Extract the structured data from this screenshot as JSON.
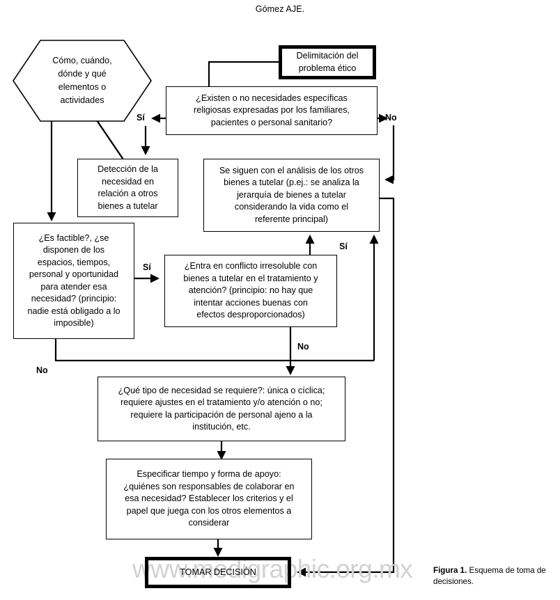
{
  "page": {
    "running_head": "Gómez AJE."
  },
  "watermark": {
    "text": "www.medigraphic.org.mx"
  },
  "nodes": {
    "start_hexagon": "Cómo, cuándo,\ndónde y qué\nelementos o\nactividades",
    "delimitacion": "Delimitación del\nproblema ético",
    "necesidades_religiosas": "¿Existen o no necesidades específicas\nreligiosas expresadas por los familiares,\npacientes o personal sanitario?",
    "deteccion": "Detección de la\nnecesidad en\nrelación a otros\nbienes a tutelar",
    "se_siguen": "Se siguen con el análisis de los otros\nbienes a tutelar (p.ej.: se analiza la\njerarquía de bienes a tutelar\nconsiderando la vida como el\nreferente principal)",
    "es_factible": "¿Es factible?, ¿se\ndisponen de los\nespacios, tiempos,\npersonal y oportunidad\npara atender esa\nnecesidad? (principio:\nnadie está obligado a lo\nimposible)",
    "conflicto": "¿Entra en conflicto irresoluble con\nbienes a tutelar en el tratamiento y\natención? (principio: no hay que\nintentar acciones buenas con\nefectos desproporcionados)",
    "que_tipo": "¿Qué tipo de necesidad se requiere?: única o cíclica;\nrequiere ajustes en el tratamiento y/o atención o no;\nrequiere la participación de personal ajeno a la\ninstitución, etc.",
    "especificar": "Especificar tiempo y forma de apoyo:\n¿quiénes son responsables de colaborar en\nesa necesidad? Establecer los criterios y el\npapel que juega con los otros elementos a\nconsiderar",
    "tomar_decision": "TOMAR DECISIÓN"
  },
  "edge_labels": {
    "si_religiosas": "Sí",
    "no_religiosas": "No",
    "si_factible": "Sí",
    "no_factible": "No",
    "si_conflicto": "Sí",
    "no_conflicto": "No"
  },
  "caption": {
    "bold": "Figura 1.",
    "rest": " Esquema de toma de decisiones."
  },
  "colors": {
    "ink": "#000000",
    "paper": "#ffffff",
    "watermark": "#d2d2d2"
  }
}
